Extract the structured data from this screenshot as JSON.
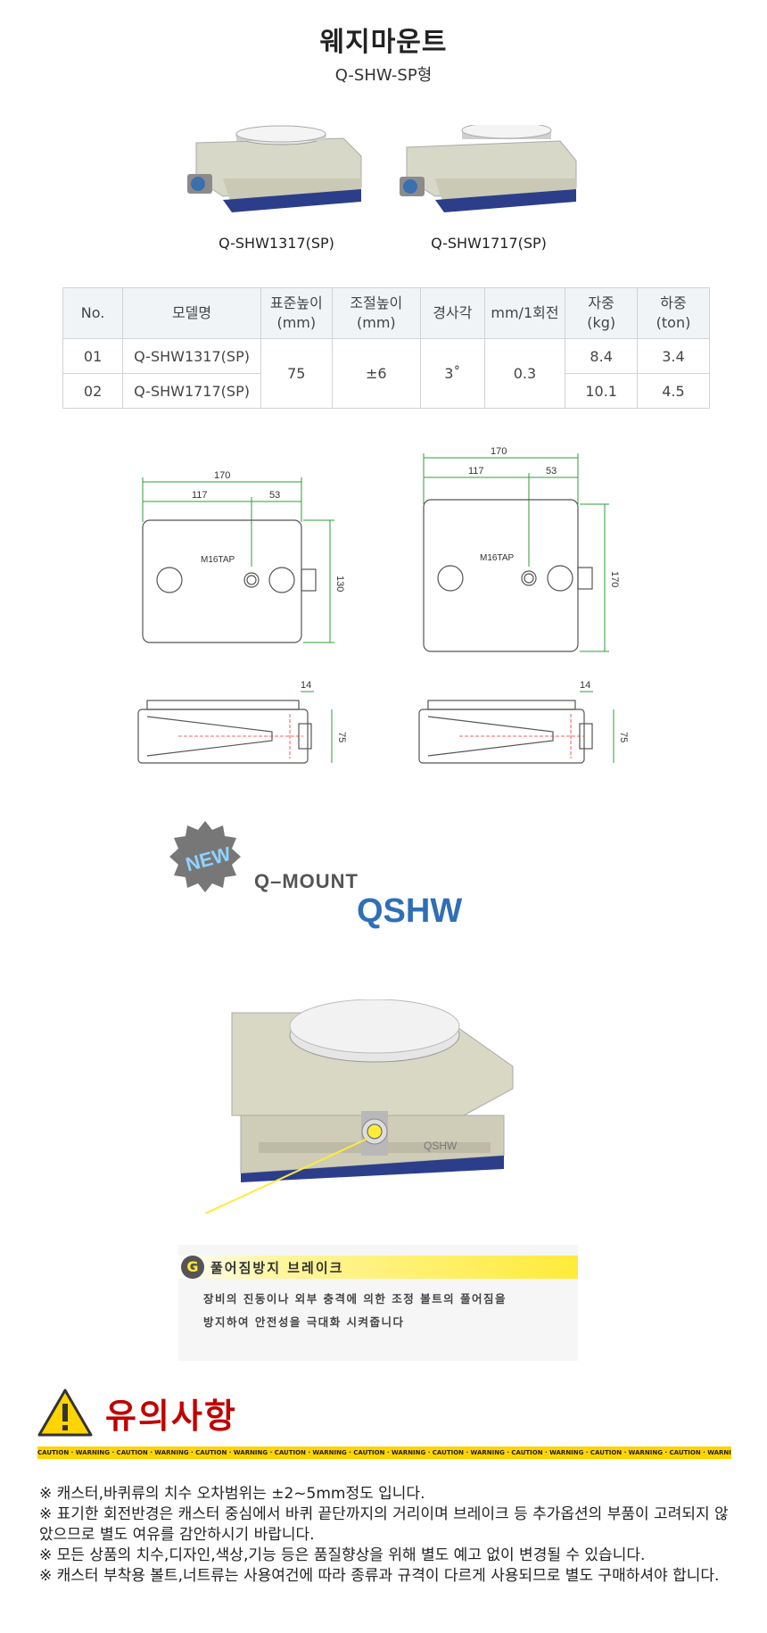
{
  "header": {
    "title": "웨지마운트",
    "subtitle": "Q-SHW-SP형"
  },
  "products": [
    {
      "caption": "Q-SHW1317(SP)"
    },
    {
      "caption": "Q-SHW1717(SP)"
    }
  ],
  "spec_table": {
    "headers": {
      "no": "No.",
      "model": "모델명",
      "std_height_1": "표준높이",
      "std_height_2": "(mm)",
      "adj_height_1": "조절높이",
      "adj_height_2": "(mm)",
      "tilt": "경사각",
      "per_turn": "mm/1회전",
      "weight_1": "자중",
      "weight_2": "(kg)",
      "load_1": "하중",
      "load_2": "(ton)"
    },
    "shared": {
      "std_height": "75",
      "adj_height": "±6",
      "tilt": "3˚",
      "per_turn": "0.3"
    },
    "rows": [
      {
        "no": "01",
        "model": "Q-SHW1317(SP)",
        "weight": "8.4",
        "load": "3.4"
      },
      {
        "no": "02",
        "model": "Q-SHW1717(SP)",
        "weight": "10.1",
        "load": "4.5"
      }
    ]
  },
  "drawings": {
    "left": {
      "width": "170",
      "dim_a": "117",
      "dim_b": "53",
      "depth": "130",
      "tap": "M16TAP",
      "bolt": "14",
      "height": "75"
    },
    "right": {
      "width": "170",
      "dim_a": "117",
      "dim_b": "53",
      "depth": "170",
      "tap": "M16TAP",
      "bolt": "14",
      "height": "75"
    }
  },
  "logo": {
    "badge": "NEW",
    "line1": "Q–MOUNT",
    "line2": "QSHW"
  },
  "feature": {
    "icon": "G",
    "title": "풀어짐방지 브레이크",
    "line1": "장비의 진동이나 외부 충격에 의한 조정 볼트의 풀어짐을",
    "line2": "방지하여 안전성을 극대화 시켜줍니다",
    "plate_text": "QSHW"
  },
  "caution": {
    "title": "유의사항",
    "tape_text": "CAUTION · WARNING · CAUTION · WARNING · CAUTION · WARNING · CAUTION · WARNING · CAUTION · WARNING · CAUTION · WARNING · CAUTION · WARNING · CAUTION · WARNING · CAUTION · WARNING · CAUTION · WARNING · CAUTION · WARNING · CAUTION · WARNING · CAUTION · WARNING · CAUTION · WARNING · CAUTION · WARNING · CA",
    "notes": [
      "※ 캐스터,바퀴류의 치수 오차범위는 ±2~5mm정도 입니다.",
      "※ 표기한 회전반경은 캐스터 중심에서 바퀴 끝단까지의 거리이며 브레이크 등 추가옵션의 부품이 고려되지 않았으므로 별도 여유를 감안하시기 바랍니다.",
      "※ 모든 상품의 치수,디자인,색상,기능 등은 품질향상을 위해 별도 예고 없이 변경될 수 있습니다.",
      "※ 캐스터 부착용 볼트,너트류는 사용여건에 따라 종류과 규격이 다르게 사용되므로 별도 구매하셔야 합니다."
    ]
  },
  "colors": {
    "accent_red": "#c00000",
    "dim_green": "#2e9e3a",
    "tape_yellow": "#ffd400",
    "qshw_blue": "#2f6fb7"
  }
}
